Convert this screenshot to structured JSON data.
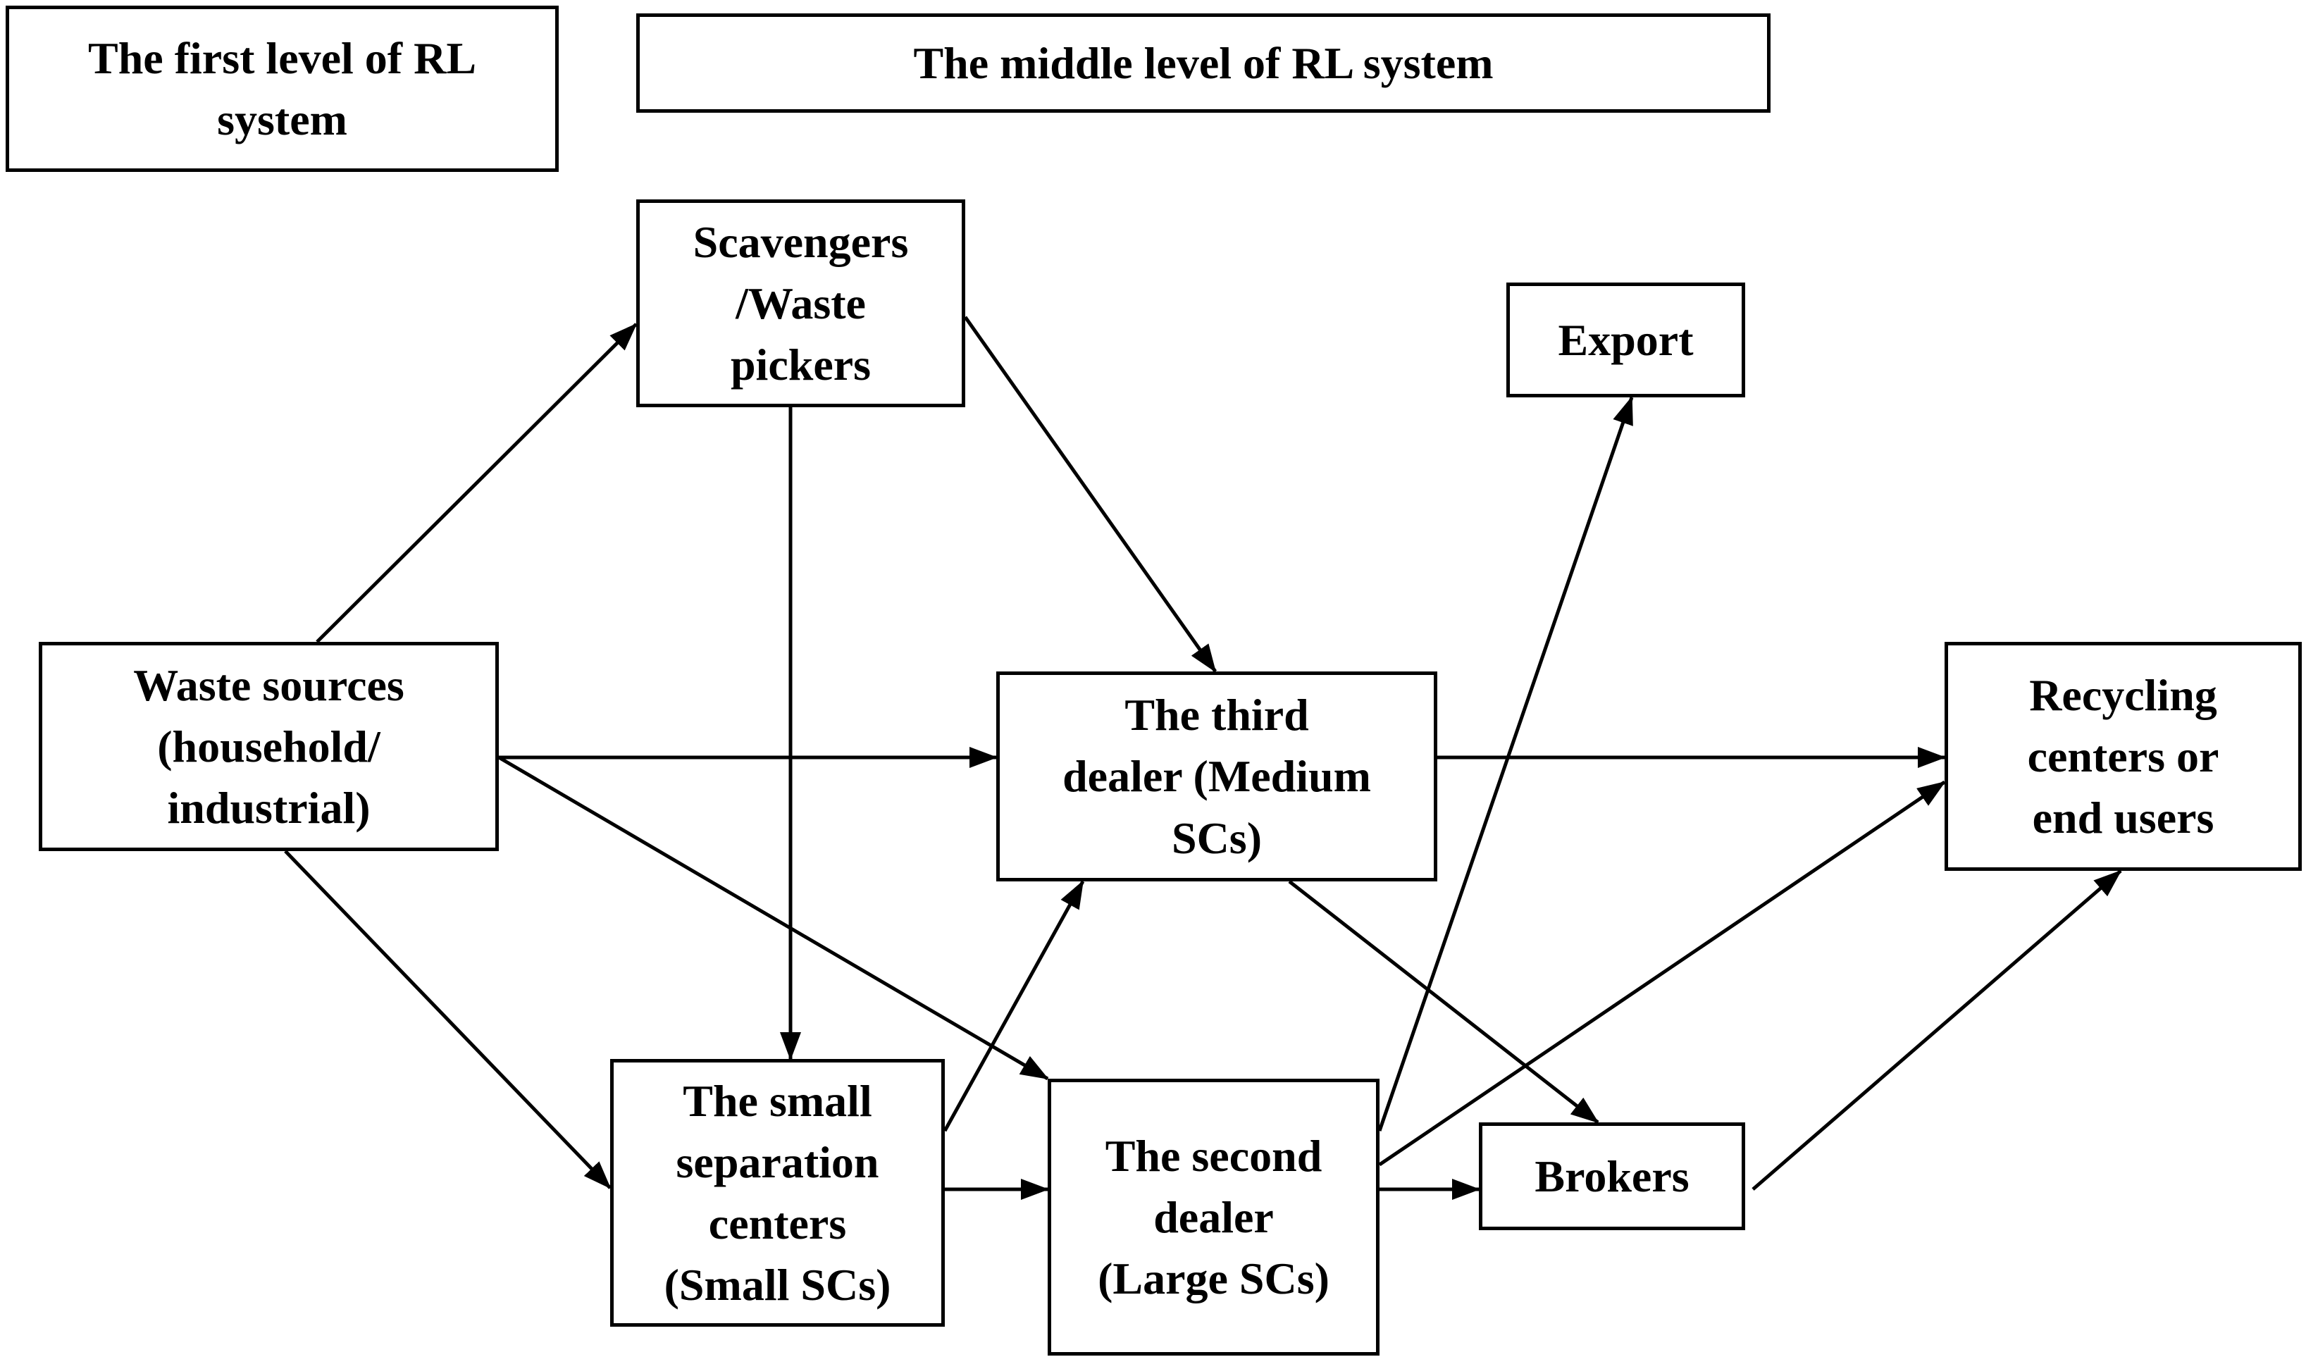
{
  "headers": {
    "first_level": "The first level of RL\nsystem",
    "middle_level": "The middle level of RL system"
  },
  "nodes": {
    "scavengers": "Scavengers\n/Waste\npickers",
    "export": "Export",
    "waste_sources": "Waste sources\n(household/\nindustrial)",
    "third_dealer": "The third\ndealer (Medium\nSCs)",
    "recycling": "Recycling\ncenters or\nend users",
    "small_centers": "The small\nseparation\ncenters\n(Small SCs)",
    "second_dealer": "The second\ndealer\n(Large SCs)",
    "brokers": "Brokers"
  },
  "edges": [
    {
      "from": "waste_sources",
      "to": "scavengers"
    },
    {
      "from": "waste_sources",
      "to": "third_dealer"
    },
    {
      "from": "waste_sources",
      "to": "second_dealer"
    },
    {
      "from": "waste_sources",
      "to": "small_centers"
    },
    {
      "from": "scavengers",
      "to": "small_centers"
    },
    {
      "from": "scavengers",
      "to": "third_dealer"
    },
    {
      "from": "third_dealer",
      "to": "recycling"
    },
    {
      "from": "third_dealer",
      "to": "brokers"
    },
    {
      "from": "small_centers",
      "to": "third_dealer"
    },
    {
      "from": "small_centers",
      "to": "second_dealer"
    },
    {
      "from": "second_dealer",
      "to": "export"
    },
    {
      "from": "second_dealer",
      "to": "brokers"
    },
    {
      "from": "second_dealer",
      "to": "recycling"
    },
    {
      "from": "brokers",
      "to": "recycling"
    }
  ]
}
